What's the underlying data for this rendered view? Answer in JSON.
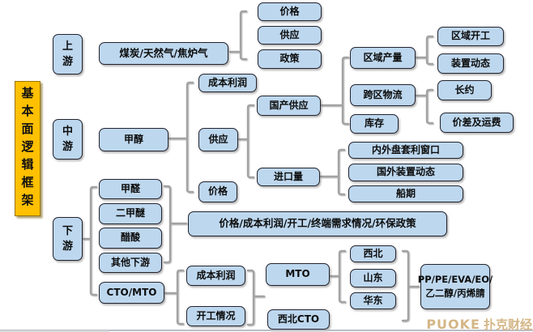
{
  "frame": {
    "title": "基本面逻辑框架"
  },
  "levels": {
    "upstream": "上游",
    "midstream": "中游",
    "downstream": "下游"
  },
  "upstream": {
    "source": "煤炭/天然气/焦炉气",
    "factors": {
      "price": "价格",
      "supply": "供应",
      "policy": "政策"
    }
  },
  "midstream": {
    "product": "甲醇",
    "cost_profit": "成本利润",
    "supply": "供应",
    "price": "价格",
    "supply_branch": {
      "domestic": "国产供应",
      "import_volume": "进口量"
    },
    "domestic_branch": {
      "regional_output": "区域产量",
      "cross_region_logistics": "跨区物流",
      "inventory": "库存"
    },
    "regional_output_branch": {
      "regional_operation": "区域开工",
      "plant_dynamics": "装置动态"
    },
    "logistics_branch": {
      "long_term_contract": "长约",
      "spread_and_freight": "价差及运费"
    },
    "import_branch": {
      "arbitrage_window": "内外盘套利窗口",
      "foreign_plant_dynamics": "国外装置动态",
      "shipping_schedule": "船期"
    }
  },
  "downstream": {
    "products": {
      "formaldehyde": "甲醛",
      "dme": "二甲醚",
      "acetic_acid": "醋酸",
      "other": "其他下游",
      "cto_mto": "CTO/MTO"
    },
    "factors_summary": "价格/成本利润/开工/终端需求情况/环保政策",
    "cto_mto_branch": {
      "cost_profit": "成本利润",
      "operation_status": "开工情况"
    },
    "mto_types": {
      "mto": "MTO",
      "northwest_cto": "西北CTO"
    },
    "mto_regions": {
      "northwest": "西北",
      "shandong": "山东",
      "east_china": "华东"
    },
    "final_products": "PP/PE/EVA/EO/乙二醇/丙烯腈"
  },
  "logo": {
    "latin": "PUOKE",
    "cn": "扑克财经"
  },
  "colors": {
    "node_fill": "#BDD7EE",
    "node_border": "#23232e",
    "frame_fill": "#FFC000",
    "bracket": "#A3A3A3",
    "logo": "#D4B686"
  }
}
